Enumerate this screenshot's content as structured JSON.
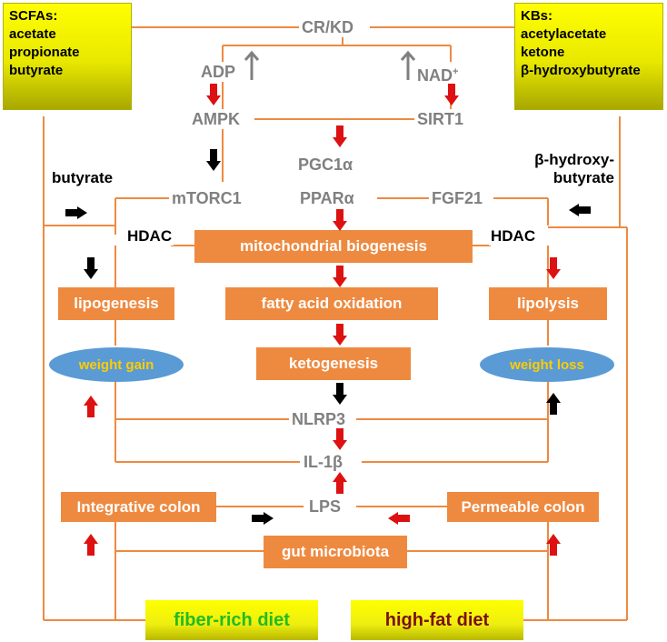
{
  "boxes": {
    "scfas": {
      "title": "SCFAs:",
      "lines": [
        "acetate",
        "propionate",
        "butyrate"
      ]
    },
    "kbs": {
      "title": "KBs:",
      "lines": [
        "acetylacetate",
        "ketone",
        "β-hydroxybutyrate"
      ]
    }
  },
  "nodes": {
    "cr_kd": "CR/KD",
    "adp": "ADP",
    "nad": "NAD",
    "nad_sup": "+",
    "ampk": "AMPK",
    "sirt1": "SIRT1",
    "pgc1a": "PGC1α",
    "mtorc1": "mTORC1",
    "ppara": "PPARα",
    "fgf21": "FGF21",
    "nlrp3": "NLRP3",
    "il1b": "IL-1β",
    "lps": "LPS"
  },
  "labels": {
    "butyrate": "butyrate",
    "bhb_line1": "β-hydroxy-",
    "bhb_line2": "butyrate",
    "hdac_left": "HDAC",
    "hdac_right": "HDAC"
  },
  "processes": {
    "mito": "mitochondrial biogenesis",
    "lipogenesis": "lipogenesis",
    "fao": "fatty acid oxidation",
    "lipolysis": "lipolysis",
    "ketogenesis": "ketogenesis",
    "integrative_colon": "Integrative colon",
    "permeable_colon": "Permeable colon",
    "gut_microbiota": "gut microbiota"
  },
  "outcomes": {
    "weight_gain": "weight gain",
    "weight_loss": "weight loss"
  },
  "diets": {
    "fiber": "fiber-rich diet",
    "highfat": "high-fat diet"
  },
  "colors": {
    "line": "#ee8a40",
    "box": "#ee8a40",
    "ellipse": "#5b9bd5",
    "ellipse_text": "#ffcc00",
    "node_text": "#808080",
    "red_arrow": "#dd1111",
    "black_arrow": "#000000",
    "gray_arrow": "#808080",
    "fiber_text": "#22bb22",
    "highfat_text": "#7a1010"
  },
  "arrows": [
    {
      "name": "up-gray-arrow-adp",
      "color": "gray",
      "dir": "up"
    },
    {
      "name": "up-gray-arrow-nad",
      "color": "gray",
      "dir": "up"
    },
    {
      "name": "down-red-arrow-adp-ampk",
      "color": "red",
      "dir": "down"
    },
    {
      "name": "down-red-arrow-nad-sirt1",
      "color": "red",
      "dir": "down"
    },
    {
      "name": "down-red-arrow-pgc1a",
      "color": "red",
      "dir": "down"
    },
    {
      "name": "down-black-arrow-mtorc1",
      "color": "black",
      "dir": "down"
    },
    {
      "name": "right-black-arrow-butyrate",
      "color": "black",
      "dir": "right"
    },
    {
      "name": "left-black-arrow-bhb",
      "color": "black",
      "dir": "left"
    },
    {
      "name": "down-red-arrow-ppara",
      "color": "red",
      "dir": "down"
    },
    {
      "name": "down-black-arrow-lipogenesis",
      "color": "black",
      "dir": "down"
    },
    {
      "name": "down-red-arrow-fao",
      "color": "red",
      "dir": "down"
    },
    {
      "name": "down-red-arrow-lipolysis",
      "color": "red",
      "dir": "down"
    },
    {
      "name": "down-red-arrow-ketogenesis",
      "color": "red",
      "dir": "down"
    },
    {
      "name": "up-red-arrow-weight-gain",
      "color": "red",
      "dir": "up"
    },
    {
      "name": "down-black-arrow-nlrp3",
      "color": "black",
      "dir": "down"
    },
    {
      "name": "up-black-arrow-weight-loss",
      "color": "black",
      "dir": "up"
    },
    {
      "name": "down-red-arrow-il1b",
      "color": "red",
      "dir": "down"
    },
    {
      "name": "up-red-arrow-lps",
      "color": "red",
      "dir": "up"
    },
    {
      "name": "right-black-arrow-integrative-colon",
      "color": "black",
      "dir": "right"
    },
    {
      "name": "left-red-arrow-permeable-colon",
      "color": "red",
      "dir": "left"
    },
    {
      "name": "up-red-arrow-integrative-colon",
      "color": "red",
      "dir": "up"
    },
    {
      "name": "up-red-arrow-permeable-colon",
      "color": "red",
      "dir": "up"
    }
  ]
}
